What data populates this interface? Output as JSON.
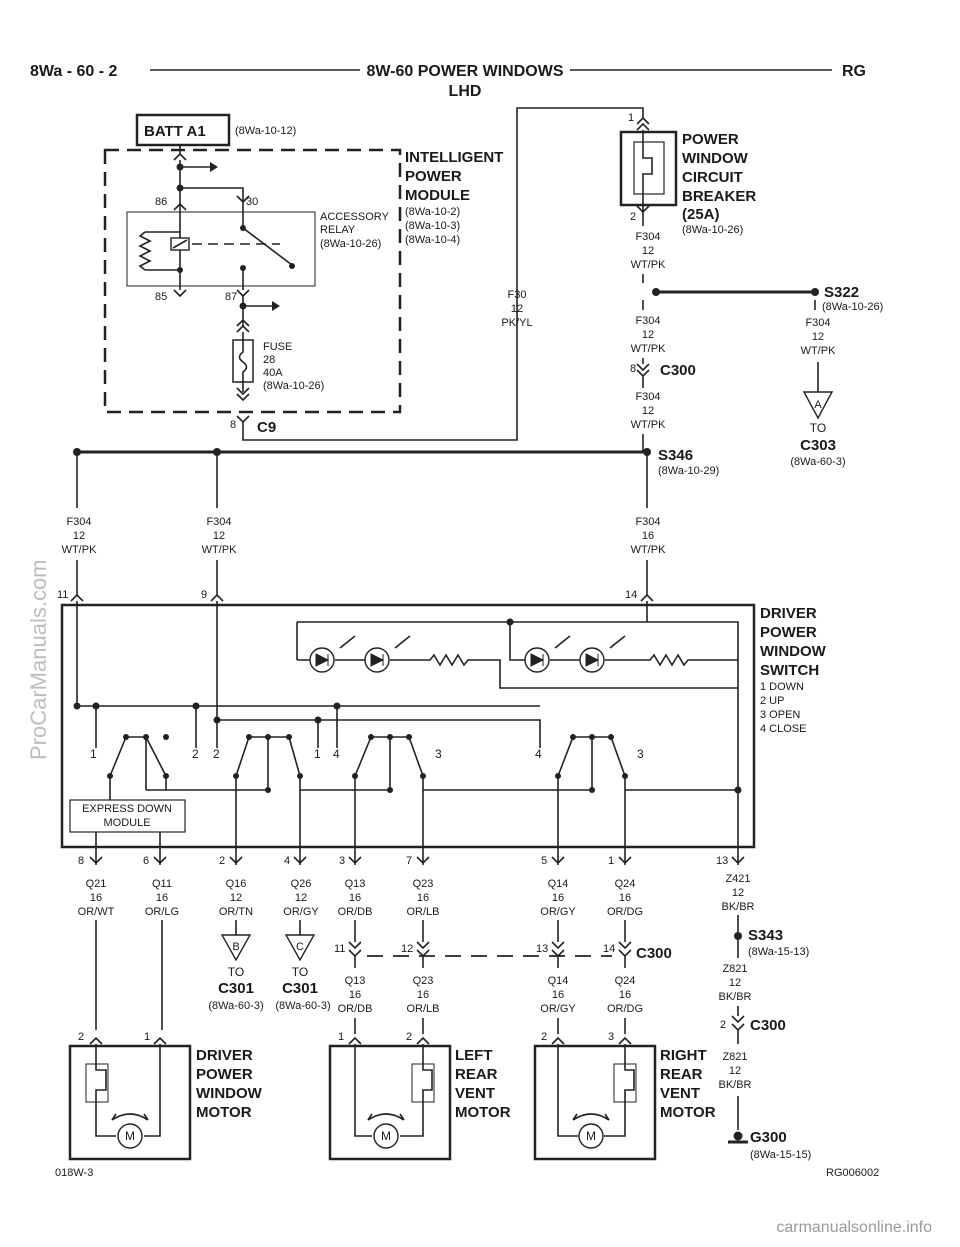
{
  "header": {
    "left": "8Wa - 60 - 2",
    "title": "8W-60 POWER WINDOWS",
    "subtitle": "LHD",
    "right": "RG"
  },
  "footer": {
    "left": "018W-3",
    "right": "RG006002"
  },
  "watermarks": {
    "side": "ProCarManuals.com",
    "bottom": "carmanualsonline.info"
  },
  "components": {
    "batt": {
      "label": "BATT A1",
      "ref": "(8Wa-10-12)"
    },
    "ipm": {
      "title": [
        "INTELLIGENT",
        "POWER",
        "MODULE"
      ],
      "refs": [
        "(8Wa-10-2)",
        "(8Wa-10-3)",
        "(8Wa-10-4)"
      ]
    },
    "relay": {
      "label": [
        "ACCESSORY",
        "RELAY",
        "(8Wa-10-26)"
      ],
      "pins": [
        "86",
        "30",
        "85",
        "87"
      ]
    },
    "fuse": {
      "label": [
        "FUSE",
        "28",
        "40A",
        "(8Wa-10-26)"
      ]
    },
    "breaker": {
      "title": [
        "POWER",
        "WINDOW",
        "CIRCUIT",
        "BREAKER",
        "(25A)"
      ],
      "ref": "(8Wa-10-26)",
      "pin_top": "1",
      "pin_bottom": "2"
    },
    "switch": {
      "title": [
        "DRIVER",
        "POWER",
        "WINDOW",
        "SWITCH"
      ],
      "legend": [
        "1 DOWN",
        "2 UP",
        "3 OPEN",
        "4 CLOSE"
      ],
      "module": [
        "EXPRESS DOWN",
        "MODULE"
      ]
    },
    "motors": {
      "driver": [
        "DRIVER",
        "POWER",
        "WINDOW",
        "MOTOR"
      ],
      "left_vent": [
        "LEFT",
        "REAR",
        "VENT",
        "MOTOR"
      ],
      "right_vent": [
        "RIGHT",
        "REAR",
        "VENT",
        "MOTOR"
      ],
      "motor_symbol": "M"
    }
  },
  "connectors": {
    "c9": {
      "pin": "8",
      "name": "C9"
    },
    "c300_top": {
      "pin": "8",
      "name": "C300"
    },
    "s322": {
      "name": "S322",
      "ref": "(8Wa-10-26)"
    },
    "s346": {
      "name": "S346",
      "ref": "(8Wa-10-29)"
    },
    "c303": {
      "tag": "A",
      "to": "TO",
      "name": "C303",
      "ref": "(8Wa-60-3)"
    },
    "c301_b": {
      "tag": "B",
      "to": "TO",
      "name": "C301",
      "ref": "(8Wa-60-3)"
    },
    "c301_c": {
      "tag": "C",
      "to": "TO",
      "name": "C301",
      "ref": "(8Wa-60-3)"
    },
    "c300_mid": {
      "name": "C300",
      "pins": [
        "11",
        "12",
        "13",
        "14"
      ]
    },
    "s343": {
      "name": "S343",
      "ref": "(8Wa-15-13)"
    },
    "c300_low": {
      "pin": "2",
      "name": "C300"
    },
    "g300": {
      "name": "G300",
      "ref": "(8Wa-15-15)"
    }
  },
  "wires": {
    "f30": [
      "F30",
      "12",
      "PK/YL"
    ],
    "f304_bkr": [
      "F304",
      "12",
      "WT/PK"
    ],
    "f304_s322": [
      "F304",
      "12",
      "WT/PK"
    ],
    "f304_a": [
      "F304",
      "12",
      "WT/PK"
    ],
    "f304_b": [
      "F304",
      "12",
      "WT/PK"
    ],
    "f304_sw11": [
      "F304",
      "12",
      "WT/PK"
    ],
    "f304_sw9": [
      "F304",
      "12",
      "WT/PK"
    ],
    "f304_sw14": [
      "F304",
      "16",
      "WT/PK"
    ],
    "q21": [
      "Q21",
      "16",
      "OR/WT"
    ],
    "q11": [
      "Q11",
      "16",
      "OR/LG"
    ],
    "q16": [
      "Q16",
      "12",
      "OR/TN"
    ],
    "q26": [
      "Q26",
      "12",
      "OR/GY"
    ],
    "q13": [
      "Q13",
      "16",
      "OR/DB"
    ],
    "q23": [
      "Q23",
      "16",
      "OR/LB"
    ],
    "q14": [
      "Q14",
      "16",
      "OR/GY"
    ],
    "q24": [
      "Q24",
      "16",
      "OR/DG"
    ],
    "z421": [
      "Z421",
      "12",
      "BK/BR"
    ],
    "z821a": [
      "Z821",
      "12",
      "BK/BR"
    ],
    "z821b": [
      "Z821",
      "12",
      "BK/BR"
    ]
  },
  "pins": {
    "sw_top": [
      "11",
      "9",
      "14"
    ],
    "sw_bottom": [
      "8",
      "6",
      "2",
      "4",
      "3",
      "7",
      "5",
      "1",
      "13"
    ],
    "sw_contacts": [
      "1",
      "2",
      "2",
      "1",
      "4",
      "3",
      "4",
      "3"
    ],
    "driver_motor": [
      "2",
      "1"
    ],
    "left_motor": [
      "1",
      "2"
    ],
    "right_motor": [
      "2",
      "3"
    ]
  }
}
